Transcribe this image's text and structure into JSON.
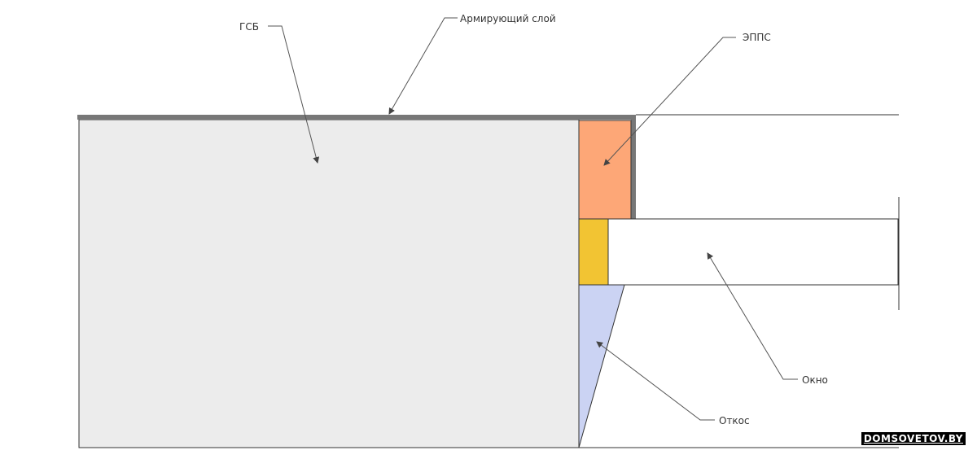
{
  "labels": {
    "gsb": "ГСБ",
    "reinforcing_layer": "Армирующий слой",
    "epps": "ЭППС",
    "window": "Окно",
    "slope": "Откос"
  },
  "watermark": "DOMSOVETOV.BY",
  "colors": {
    "wall": "#ececec",
    "reinforcing": "#777777",
    "epps": "#fda777",
    "foam": "#f2c433",
    "slope": "#cbd3f3",
    "window": "#ffffff",
    "outline": "#333333"
  }
}
